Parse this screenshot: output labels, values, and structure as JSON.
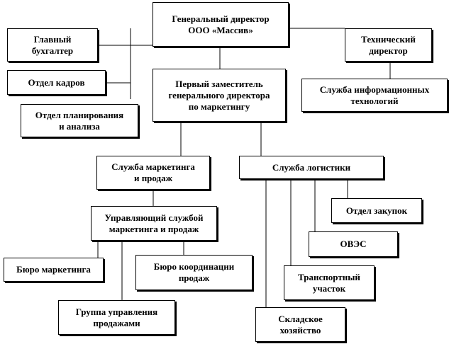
{
  "diagram": {
    "ceo": "Генеральный  директор\nООО «Массив»",
    "chief_accountant": "Главный\nбухгалтер",
    "hr_department": "Отдел кадров",
    "planning_department": "Отдел планирования\nи анализа",
    "technical_director": "Технический\nдиректор",
    "it_service": "Служба информационных\nтехнологий",
    "first_deputy": "Первый заместитель\nгенерального директора\nпо маркетингу",
    "marketing_sales_service": "Служба маркетинга\nи продаж",
    "logistics_service": "Служба логистики",
    "marketing_manager": "Управляющий службой\nмаркетинга и продаж",
    "purchasing_department": "Отдел закупок",
    "oves": "ОВЭС",
    "marketing_bureau": "Бюро маркетинга",
    "sales_coordination_bureau": "Бюро координации\nпродаж",
    "transport_section": "Транспортный\nучасток",
    "sales_management_group": "Группа управления\nпродажами",
    "warehouse": "Складское\nхозяйство"
  }
}
